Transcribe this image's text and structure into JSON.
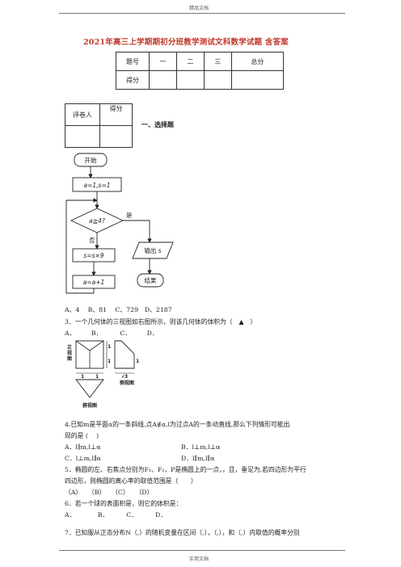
{
  "header": {
    "top": "精品文档",
    "bottom": "实用文档"
  },
  "title": "2021年高三上学期期初分班教学测试文科数学试题 含答案",
  "score_table": {
    "row1": [
      "题号",
      "一",
      "二",
      "三",
      "总分"
    ],
    "row2_label": "得分"
  },
  "grader_table": {
    "label": "评卷人",
    "score": "得分"
  },
  "section1": "一、选择题",
  "flowchart": {
    "start": "开始",
    "init": "a=1,s=1",
    "cond": "a≧4?",
    "yes": "是",
    "no": "否",
    "output": "输出 s",
    "step1": "s=s×9",
    "step2": "a=a+1",
    "end": "结果"
  },
  "questions": {
    "q2_options": "A、4　 B、81　 C、729　D、2187",
    "q3_stem": "3．一个几何体的三视图如右图所示，则该几何体的体积为（　▲　）",
    "q3_options": "A．　　　B．　　　 C．　　　D．",
    "q4_stem1": "4.已知m是平面α的一条斜线,点A∉α,l为过点A的一条动直线,那么下列情形可能出",
    "q4_stem2": "现的是 (　 )",
    "q4_optA": "A．l∥m,l⊥α",
    "q4_optB": "B．l⊥m,l⊥α",
    "q4_optC": "C．l⊥m,l∥α",
    "q4_optD": "D．l∥m,l∥α",
    "q5_stem1": "5．椭圆的左、右焦点分别为F₁、F₂，P是椭圆上的一点，，且，垂足为,若四边形为平行",
    "q5_stem2": "四边形，则椭圆的离心率的取值范围是（　　）",
    "q5_options": "（A）　　（B）　　（C）　　（D）",
    "q6_stem": "6．若一个球的表面积是，则它的体积是：",
    "q6_options": "A．　　　　B．　　　 C．　　　 D．",
    "q7_stem": "7．已知服从正态分布N（,）的随机变量在区间（,），（,），和（,）内取值的概率分别"
  },
  "three_view": {
    "front_label": "正\n视\n图",
    "front_label_chars": [
      "正",
      "视",
      "图"
    ],
    "side_label": "侧视图",
    "top_label": "俯视图",
    "dim_1a": "1",
    "dim_1b": "1",
    "dim_1c": "1",
    "dim_1d": "1",
    "dim_1e": "1",
    "dim_sqrt3": "√3"
  }
}
